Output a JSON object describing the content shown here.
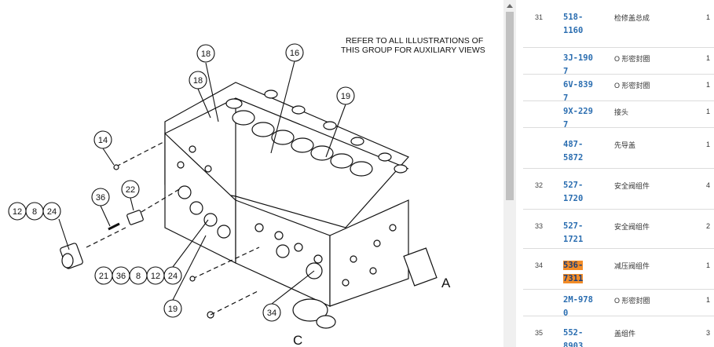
{
  "illustration": {
    "note_line1": "REFER TO ALL ILLUSTRATIONS OF",
    "note_line2": "THIS GROUP FOR AUXILIARY VIEWS",
    "callouts": [
      "18",
      "18",
      "16",
      "19",
      "14",
      "22",
      "36",
      "12",
      "8",
      "24",
      "21",
      "36",
      "8",
      "12",
      "24",
      "19",
      "34"
    ],
    "view_a": "A",
    "view_c": "C"
  },
  "parts": [
    {
      "index": "31",
      "part_a": "518-",
      "part_b": "1160",
      "name": "检修盖总成",
      "qty": "1"
    },
    {
      "index": "",
      "part_a": "3J-1907",
      "part_b": "",
      "name": "O 形密封圈",
      "qty": "1"
    },
    {
      "index": "",
      "part_a": "6V-8397",
      "part_b": "",
      "name": "O 形密封圈",
      "qty": "1"
    },
    {
      "index": "",
      "part_a": "9X-2297",
      "part_b": "",
      "name": "接头",
      "qty": "1"
    },
    {
      "index": "",
      "part_a": "487-",
      "part_b": "5872",
      "name": "先导盖",
      "qty": "1"
    },
    {
      "index": "32",
      "part_a": "527-",
      "part_b": "1720",
      "name": "安全阀组件",
      "qty": "4"
    },
    {
      "index": "33",
      "part_a": "527-",
      "part_b": "1721",
      "name": "安全阀组件",
      "qty": "2"
    },
    {
      "index": "34",
      "part_a": "536-",
      "part_b": "7311",
      "name": "减压阀组件",
      "qty": "1",
      "highlight": true
    },
    {
      "index": "",
      "part_a": "2M-9780",
      "part_b": "",
      "name": "O 形密封圈",
      "qty": "1"
    },
    {
      "index": "35",
      "part_a": "552-",
      "part_b": "8903",
      "name": "盖组件",
      "qty": "3"
    }
  ],
  "colors": {
    "link": "#2a6db0",
    "highlight": "#f28c28"
  }
}
